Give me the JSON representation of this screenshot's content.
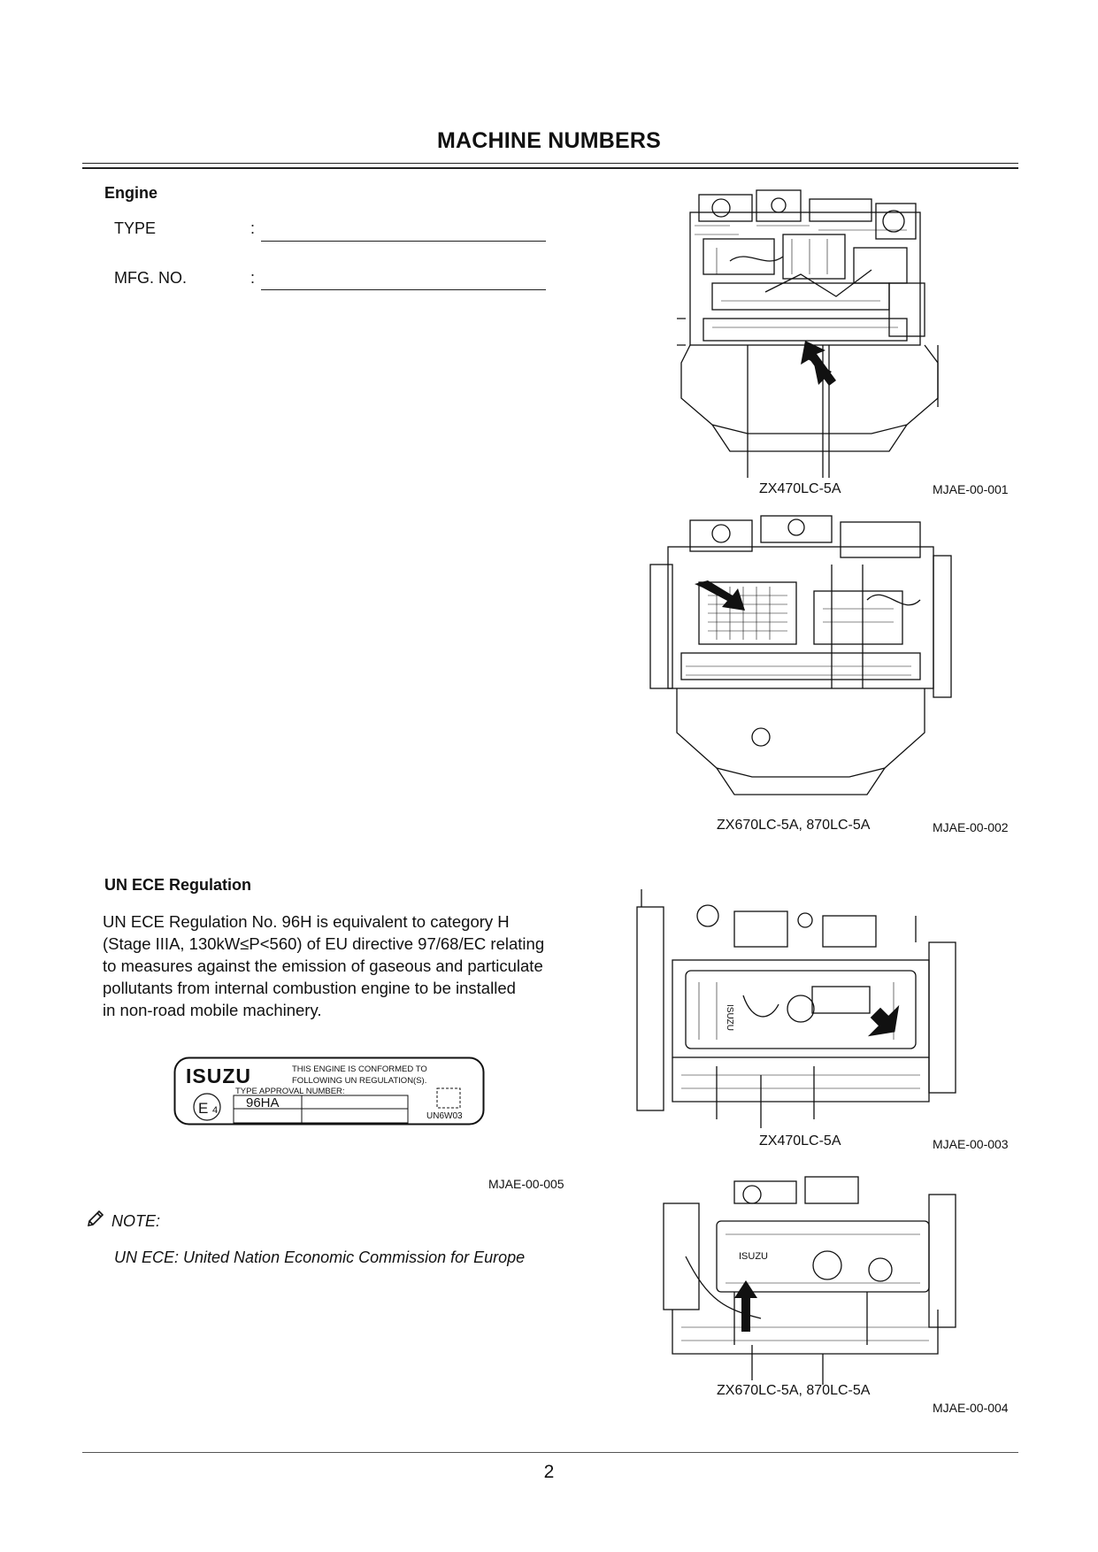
{
  "page": {
    "title": "MACHINE NUMBERS",
    "page_number": "2"
  },
  "engine": {
    "heading": "Engine",
    "type_label": "TYPE",
    "mfg_label": "MFG. NO.",
    "colon": ":"
  },
  "figures": [
    {
      "caption": "ZX470LC-5A",
      "code": "MJAE-00-001"
    },
    {
      "caption": "ZX670LC-5A, 870LC-5A",
      "code": "MJAE-00-002"
    },
    {
      "caption": "ZX470LC-5A",
      "code": "MJAE-00-003"
    },
    {
      "caption": "ZX670LC-5A, 870LC-5A",
      "code": "MJAE-00-004"
    }
  ],
  "regulation": {
    "heading": "UN ECE Regulation",
    "body": "UN ECE Regulation No. 96H is equivalent to category H (Stage IIIA, 130kW≤P<560) of EU directive 97/68/EC relating to measures against the emission of gaseous and particulate pollutants from internal combustion engine to be installed in non-road mobile machinery.",
    "lines": [
      "UN ECE Regulation No. 96H is equivalent to category H",
      "(Stage IIIA, 130kW≤P<560) of EU directive 97/68/EC relating",
      "to measures against the emission of gaseous and particulate",
      "pollutants from internal combustion engine to be installed",
      "in non-road mobile machinery."
    ]
  },
  "plate": {
    "brand": "ISUZU",
    "line1": "THIS ENGINE IS CONFORMED TO",
    "line2": "FOLLOWING UN REGULATION(S).",
    "approval_label": "TYPE APPROVAL NUMBER:",
    "mark": "E",
    "mark_sub": "4",
    "value": "96HA",
    "code": "UN6W03",
    "figure_code": "MJAE-00-005"
  },
  "note": {
    "label": "NOTE:",
    "text": "UN ECE: United Nation Economic  Commission  for  Europe"
  }
}
